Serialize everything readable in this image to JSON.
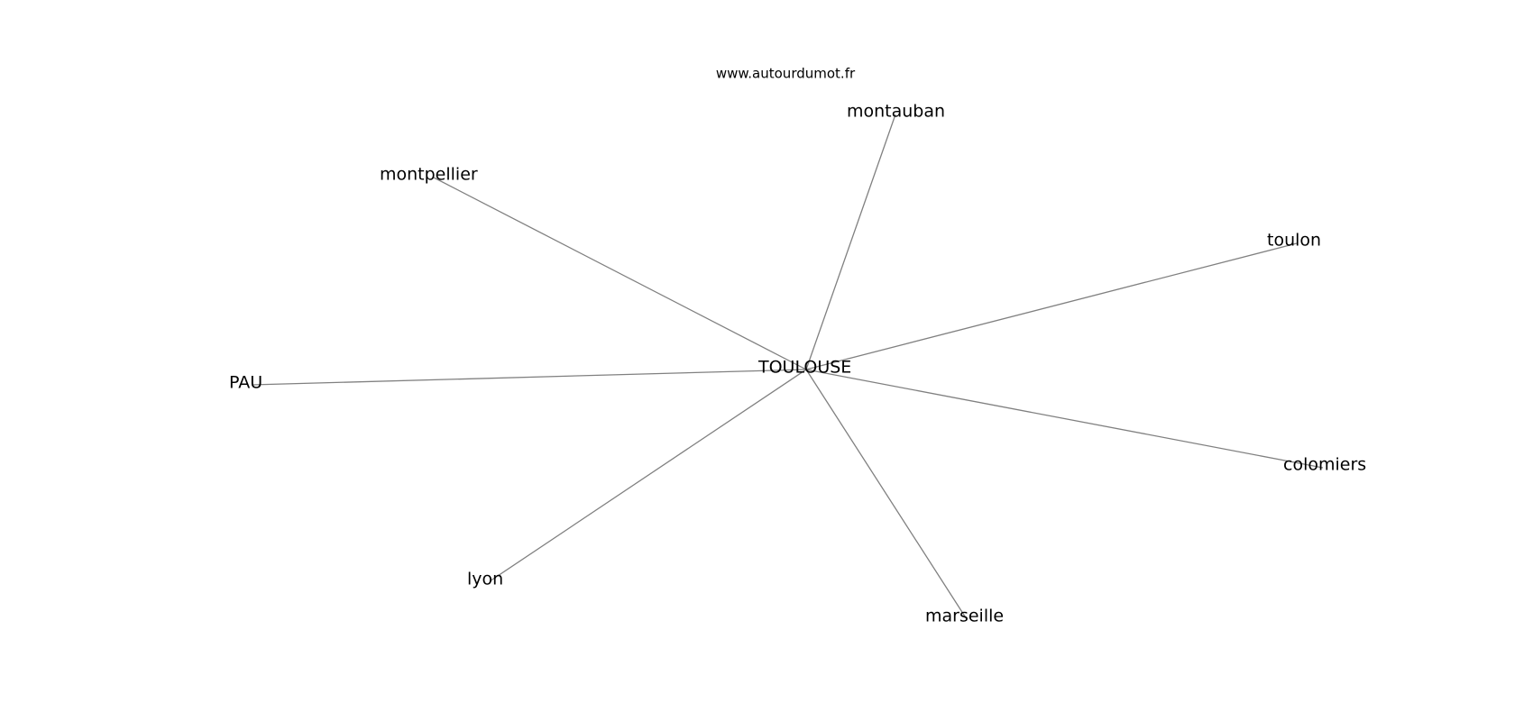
{
  "watermark": "www.autourdumot.fr",
  "graph": {
    "center": "TOULOUSE",
    "nodes": [
      {
        "id": "toulouse",
        "label": "TOULOUSE"
      },
      {
        "id": "montauban",
        "label": "montauban"
      },
      {
        "id": "montpellier",
        "label": "montpellier"
      },
      {
        "id": "toulon",
        "label": "toulon"
      },
      {
        "id": "pau",
        "label": "PAU"
      },
      {
        "id": "colomiers",
        "label": "colomiers"
      },
      {
        "id": "lyon",
        "label": "lyon"
      },
      {
        "id": "marseille",
        "label": "marseille"
      }
    ],
    "edges": [
      {
        "from": "toulouse",
        "to": "montauban"
      },
      {
        "from": "toulouse",
        "to": "montpellier"
      },
      {
        "from": "toulouse",
        "to": "toulon"
      },
      {
        "from": "toulouse",
        "to": "pau"
      },
      {
        "from": "toulouse",
        "to": "colomiers"
      },
      {
        "from": "toulouse",
        "to": "lyon"
      },
      {
        "from": "toulouse",
        "to": "marseille"
      }
    ],
    "edge_color": "#808080",
    "text_color": "#000000"
  }
}
